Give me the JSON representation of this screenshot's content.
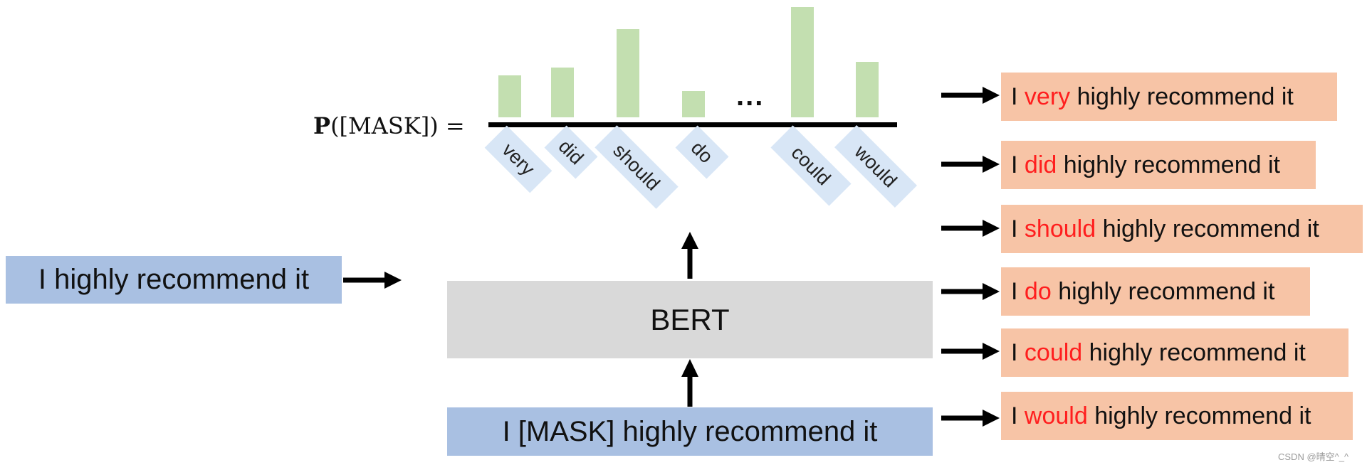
{
  "formula": {
    "func": "P",
    "arg": "([MASK]) ="
  },
  "input_plain": "I highly recommend it",
  "input_masked": "I [MASK] highly recommend it",
  "model_label": "BERT",
  "ellipsis": "...",
  "candidates": [
    {
      "word": "very",
      "prob_rel": 0.38
    },
    {
      "word": "did",
      "prob_rel": 0.45
    },
    {
      "word": "should",
      "prob_rel": 0.8
    },
    {
      "word": "do",
      "prob_rel": 0.24
    },
    {
      "word": "could",
      "prob_rel": 1.0
    },
    {
      "word": "would",
      "prob_rel": 0.5
    }
  ],
  "outputs": [
    {
      "prefix": "I",
      "word": "very",
      "suffix": "highly recommend it"
    },
    {
      "prefix": "I",
      "word": "did",
      "suffix": "highly recommend it"
    },
    {
      "prefix": "I",
      "word": "should",
      "suffix": "highly recommend it"
    },
    {
      "prefix": "I",
      "word": "do",
      "suffix": "highly recommend it"
    },
    {
      "prefix": "I",
      "word": "could",
      "suffix": "highly recommend it"
    },
    {
      "prefix": "I",
      "word": "would",
      "suffix": "highly recommend it"
    }
  ],
  "watermark": "CSDN @晴空^_^",
  "colors": {
    "input_fill": "#a9c0e2",
    "bert_fill": "#d9d9d9",
    "bar_fill": "#c3dfb0",
    "word_tag_fill": "#d8e6f6",
    "output_fill": "#f7c4a6",
    "highlight_text": "#ff1e1e",
    "arrow": "#000000"
  }
}
